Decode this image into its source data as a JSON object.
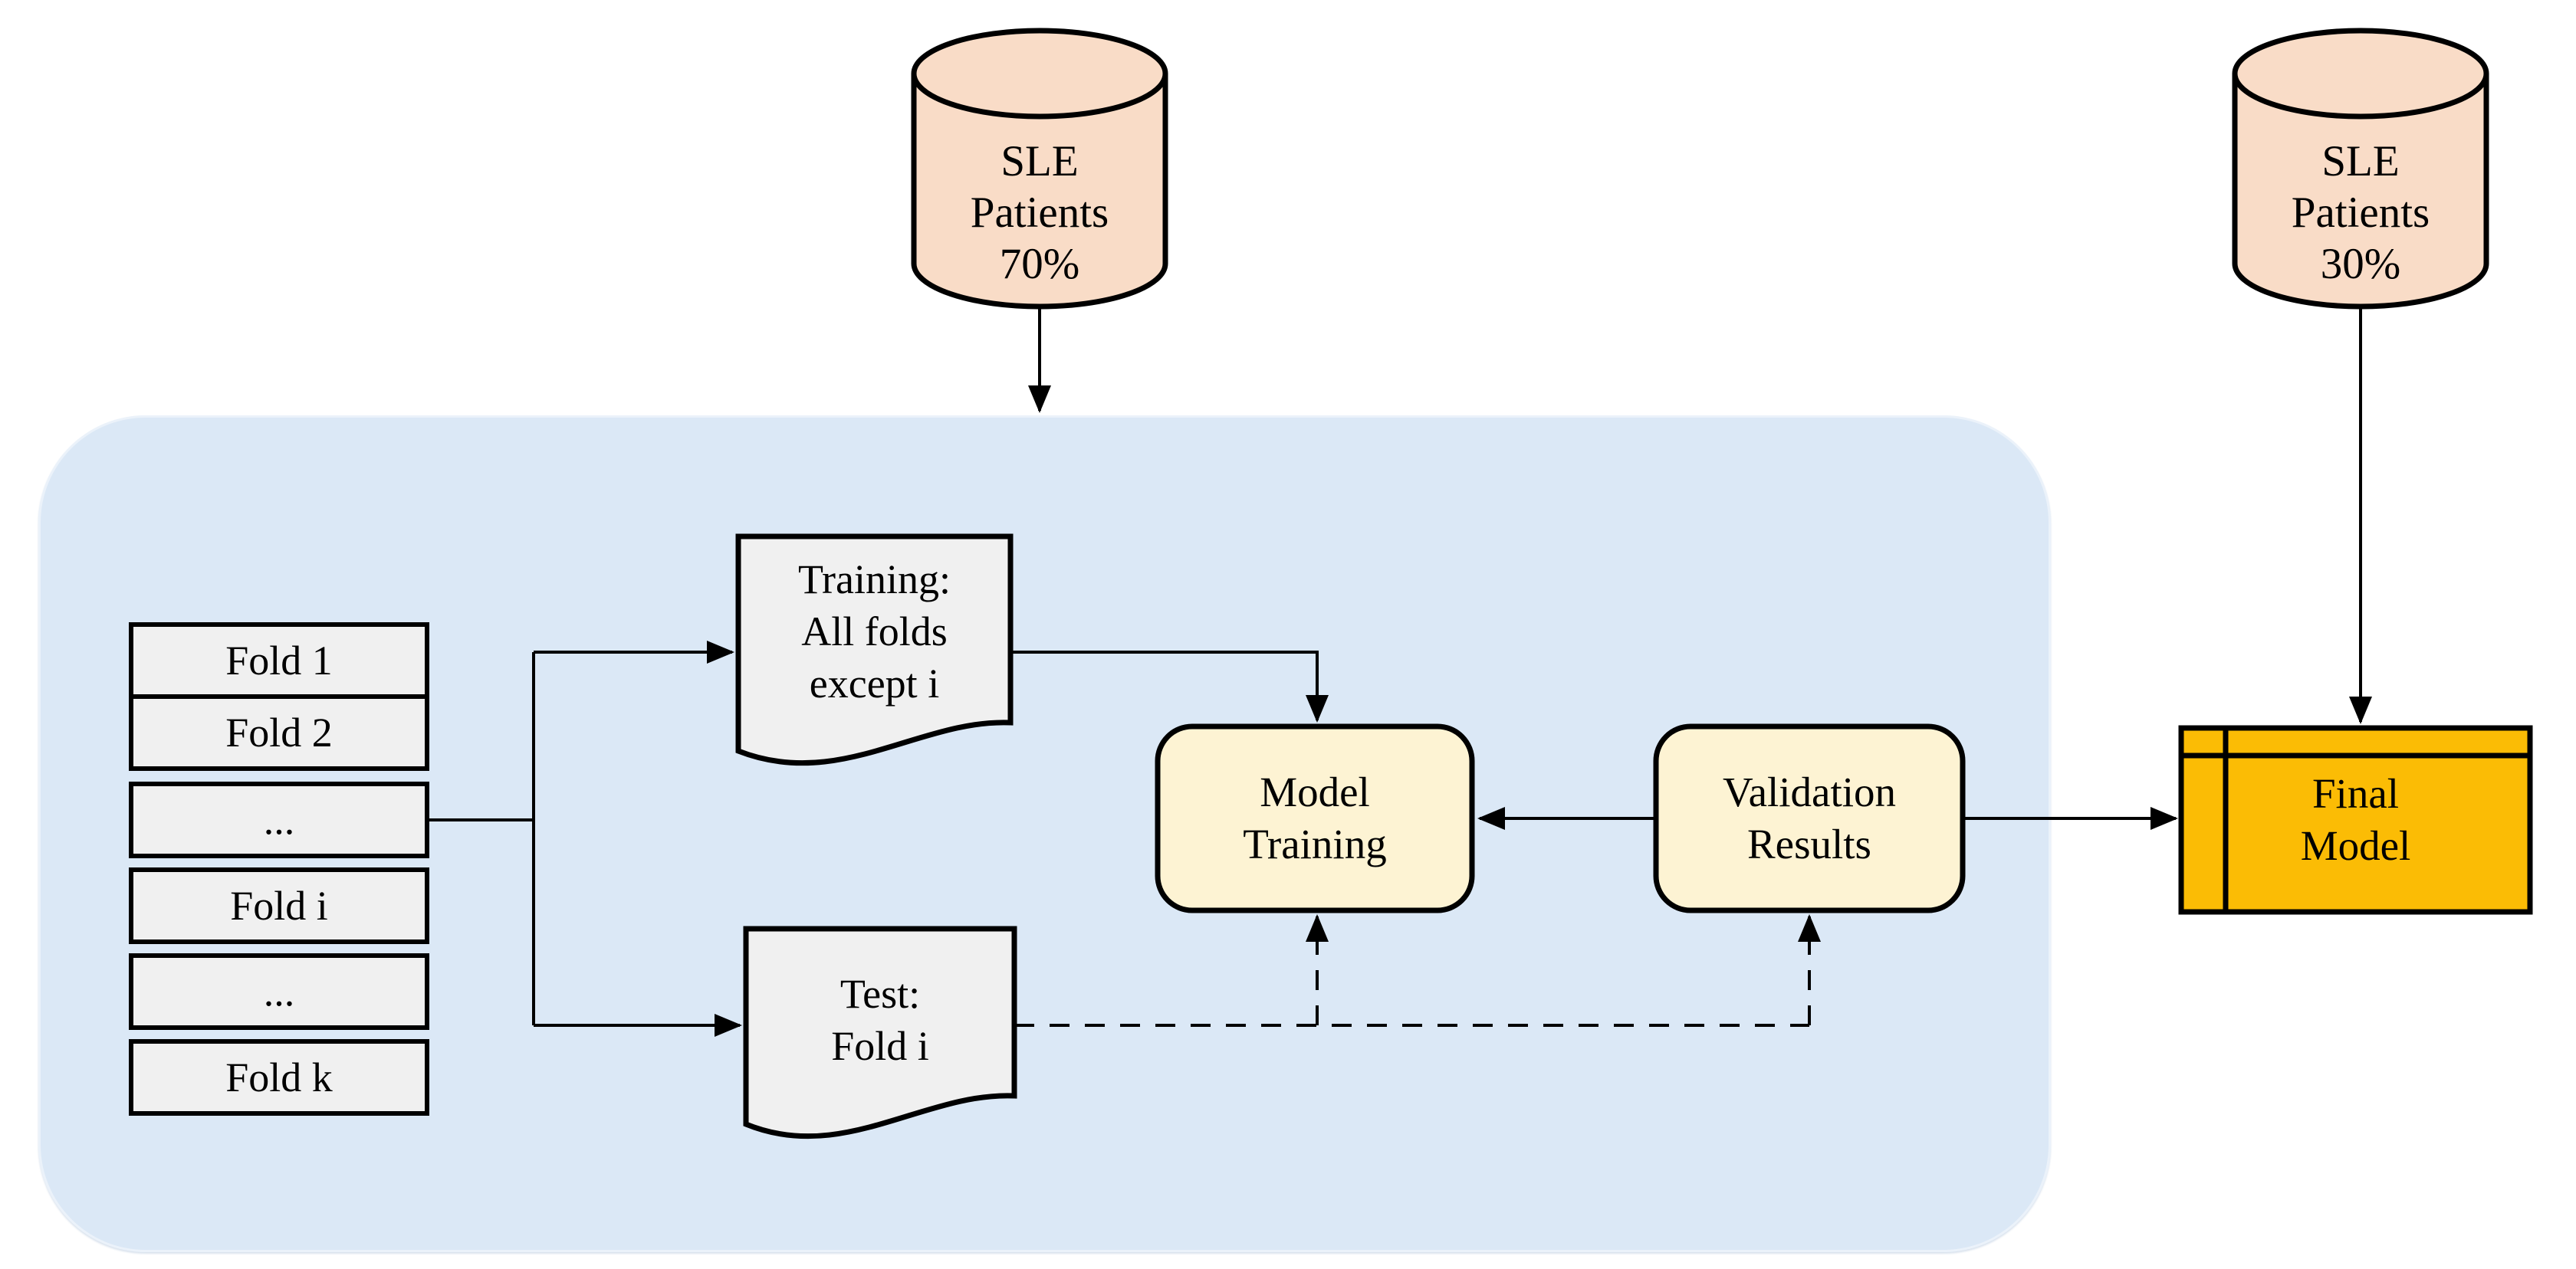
{
  "palette": {
    "page_bg": "#ffffff",
    "panel_bg": "#dbe8f6",
    "dataset_fill": "#f9dcc7",
    "doc_fill": "#f0f0f0",
    "process_fill": "#fdf3d3",
    "final_fill": "#fbbc05",
    "stroke": "#000000"
  },
  "nodes": {
    "dataset_train": {
      "label": "SLE\nPatients\n70%"
    },
    "dataset_holdout": {
      "label": "SLE\nPatients\n30%"
    },
    "fold_stack": {
      "items": [
        "Fold 1",
        "Fold 2",
        "...",
        "Fold i",
        "...",
        "Fold k"
      ]
    },
    "training_doc": {
      "label": "Training:\nAll folds\nexcept i"
    },
    "test_doc": {
      "label": "Test:\nFold i"
    },
    "model_training": {
      "label": "Model\nTraining"
    },
    "validation_results": {
      "label": "Validation\nResults"
    },
    "final_model": {
      "label": "Final\nModel"
    }
  },
  "edges": [
    {
      "from": "dataset_train",
      "to": "cross_validation_panel",
      "style": "solid-arrow"
    },
    {
      "from": "fold_stack",
      "to": "training_doc",
      "style": "solid-arrow"
    },
    {
      "from": "fold_stack",
      "to": "test_doc",
      "style": "solid-arrow"
    },
    {
      "from": "training_doc",
      "to": "model_training",
      "style": "solid-arrow"
    },
    {
      "from": "validation_results",
      "to": "model_training",
      "style": "solid-arrow"
    },
    {
      "from": "test_doc",
      "to": "model_training",
      "style": "dashed-arrow"
    },
    {
      "from": "test_doc",
      "to": "validation_results",
      "style": "dashed-arrow"
    },
    {
      "from": "validation_results",
      "to": "final_model",
      "style": "solid-arrow"
    },
    {
      "from": "dataset_holdout",
      "to": "final_model",
      "style": "solid-arrow"
    }
  ]
}
